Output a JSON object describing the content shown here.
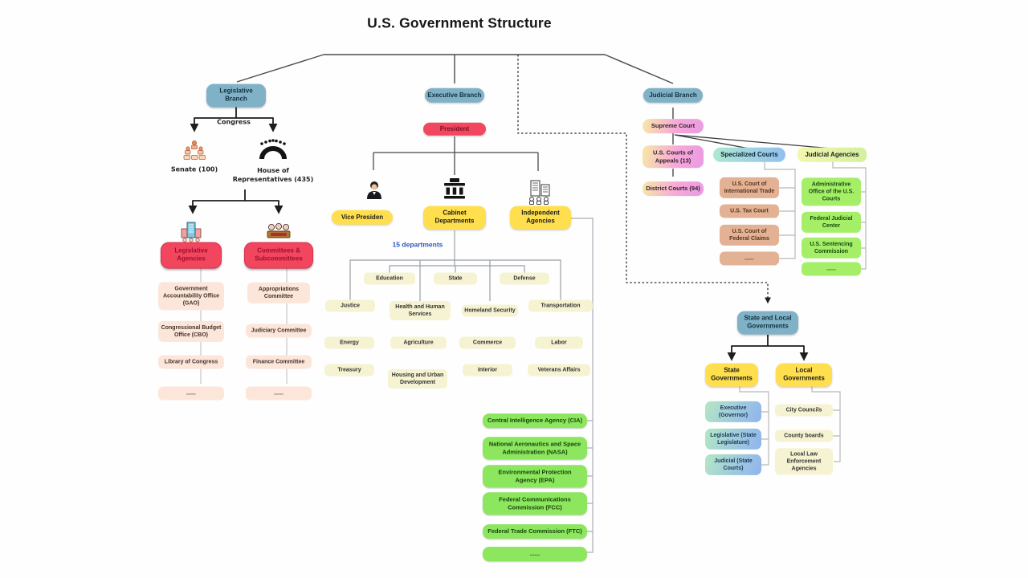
{
  "title": "U.S. Government Structure",
  "colors": {
    "branch_blue": "#7fb1c7",
    "red": "#f2485f",
    "gold": "#ffdf4d",
    "pale_yellow": "#f6f3d2",
    "peach": "#fce6d9",
    "bright_green": "#8ce65e",
    "lime_green": "#a4ef67",
    "tan": "#e3b193",
    "pink": "#f6a8d8",
    "teal_blue": "#8fc0f0",
    "note_blue": "#2b55c8"
  },
  "icons": {
    "senate": "senate-people-icon",
    "house": "house-of-representatives-icon",
    "vice_president": "vice-president-person-icon",
    "cabinet": "cabinet-building-icon",
    "independent_agencies": "independent-agencies-buildings-icon",
    "legislative_agencies": "legislative-agencies-building-icon",
    "committees": "committees-people-desk-icon"
  },
  "branches": {
    "legislative": {
      "label": "Legislative Branch",
      "congress_label": "Congress",
      "senate_label": "Senate (100)",
      "house_label": "House of Representatives (435)",
      "agencies": {
        "label": "Legislative Agencies",
        "items": [
          "Government Accountability Office (GAO)",
          "Congressional Budget Office (CBO)",
          "Library of Congress",
          "......"
        ]
      },
      "committees": {
        "label": "Committees & Subcommittees",
        "items": [
          "Appropriations Committee",
          "Judiciary Committee",
          "Finance Committee",
          "......"
        ]
      }
    },
    "executive": {
      "label": "Executive Branch",
      "president_label": "President",
      "vice_president_label": "Vice Presiden",
      "cabinet_label": "Cabinet Departments",
      "independent_label": "Independent Agencies",
      "departments_note": "15 departments",
      "departments": [
        "Education",
        "State",
        "Defense",
        "Justice",
        "Health and Human Services",
        "Homeland Security",
        "Transportation",
        "Energy",
        "Agriculture",
        "Commerce",
        "Labor",
        "Treasury",
        "Housing and Urban Development",
        "Interior",
        "Veterans Affairs"
      ],
      "independent_agencies": [
        "Central Intelligence Agency (CIA)",
        "National Aeronautics and Space Administration (NASA)",
        "Environmental Protection Agency (EPA)",
        "Federal Communications Commission (FCC)",
        "Federal Trade Commission (FTC)",
        "......"
      ]
    },
    "judicial": {
      "label": "Judicial Branch",
      "supreme_court_label": "Supreme Court",
      "appeals_label": "U.S. Courts of Appeals (13)",
      "district_label": "District Courts (94)",
      "specialized": {
        "label": "Specialized Courts",
        "items": [
          "U.S. Court of International Trade",
          "U.S. Tax Court",
          "U.S. Court of Federal Claims",
          "......"
        ]
      },
      "agencies": {
        "label": "Judicial Agencies",
        "items": [
          "Administrative Office of the U.S. Courts",
          "Federal Judicial Center",
          "U.S. Sentencing Commission",
          "......"
        ]
      }
    }
  },
  "state_local": {
    "label": "State and Local Governments",
    "state": {
      "label": "State Governments",
      "items": [
        "Executive (Governor)",
        "Legislative (State Legislature)",
        "Judicial (State Courts)"
      ]
    },
    "local": {
      "label": "Local Governments",
      "items": [
        "City Councils",
        "County boards",
        "Local Law Enforcement Agencies"
      ]
    }
  }
}
